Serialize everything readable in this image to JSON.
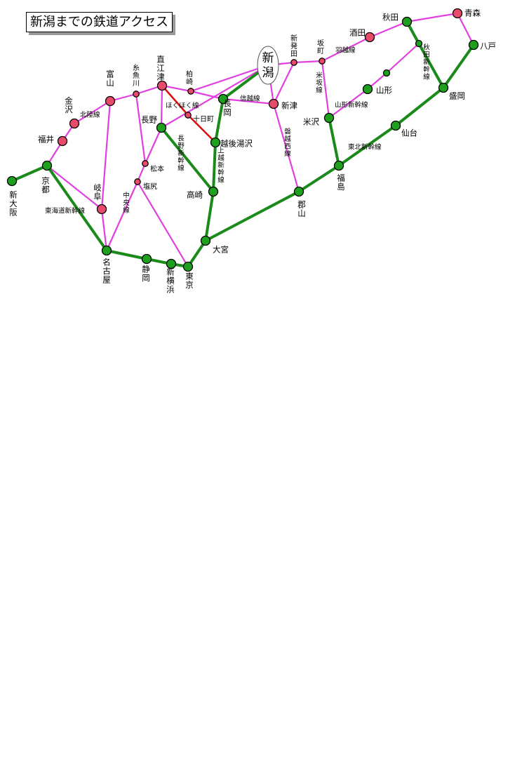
{
  "title": "新潟までの鉄道アクセス",
  "colors": {
    "shinkansen": "#1a8a1a",
    "conventional": "#e040e0",
    "hokuhoku": "#e01010",
    "node_shinkansen": "#1ea01e",
    "node_conventional": "#e84a6a",
    "outline": "#000000"
  },
  "niigata_label": "新潟",
  "stations": [
    {
      "id": "shin-osaka",
      "label": "新大阪",
      "kind": "shinkansen"
    },
    {
      "id": "kyoto",
      "label": "京都",
      "kind": "shinkansen"
    },
    {
      "id": "fukui",
      "label": "福井",
      "kind": "conventional"
    },
    {
      "id": "kanazawa",
      "label": "金沢",
      "kind": "conventional"
    },
    {
      "id": "toyama",
      "label": "富山",
      "kind": "conventional"
    },
    {
      "id": "itoigawa",
      "label": "糸魚川",
      "kind": "small"
    },
    {
      "id": "naoetsu",
      "label": "直江津",
      "kind": "conventional"
    },
    {
      "id": "kashiwazaki",
      "label": "柏崎",
      "kind": "small"
    },
    {
      "id": "nagaoka",
      "label": "長岡",
      "kind": "shinkansen"
    },
    {
      "id": "niitsu",
      "label": "新津",
      "kind": "conventional"
    },
    {
      "id": "shibata",
      "label": "新発田",
      "kind": "small"
    },
    {
      "id": "sakamachi",
      "label": "坂町",
      "kind": "small"
    },
    {
      "id": "sakata",
      "label": "酒田",
      "kind": "conventional"
    },
    {
      "id": "akita",
      "label": "秋田",
      "kind": "shinkansen"
    },
    {
      "id": "aomori",
      "label": "青森",
      "kind": "conventional"
    },
    {
      "id": "hachinohe",
      "label": "八戸",
      "kind": "shinkansen"
    },
    {
      "id": "morioka",
      "label": "盛岡",
      "kind": "shinkansen"
    },
    {
      "id": "akita-junction",
      "label": "",
      "kind": "smallgreen"
    },
    {
      "id": "yamagata-north",
      "label": "",
      "kind": "smallgreen"
    },
    {
      "id": "yamagata",
      "label": "山形",
      "kind": "shinkansen"
    },
    {
      "id": "yonezawa",
      "label": "米沢",
      "kind": "shinkansen"
    },
    {
      "id": "sendai",
      "label": "仙台",
      "kind": "shinkansen"
    },
    {
      "id": "fukushima",
      "label": "福島",
      "kind": "shinkansen"
    },
    {
      "id": "koriyama",
      "label": "郡山",
      "kind": "shinkansen"
    },
    {
      "id": "tokamachi",
      "label": "十日町",
      "kind": "small"
    },
    {
      "id": "nagano",
      "label": "長野",
      "kind": "shinkansen"
    },
    {
      "id": "echigo-yuzawa",
      "label": "越後湯沢",
      "kind": "shinkansen"
    },
    {
      "id": "matsumoto",
      "label": "松本",
      "kind": "small"
    },
    {
      "id": "shiojiri",
      "label": "塩尻",
      "kind": "small"
    },
    {
      "id": "takasaki",
      "label": "高崎",
      "kind": "shinkansen"
    },
    {
      "id": "omiya",
      "label": "大宮",
      "kind": "shinkansen"
    },
    {
      "id": "gifu",
      "label": "岐阜",
      "kind": "conventional"
    },
    {
      "id": "nagoya",
      "label": "名古屋",
      "kind": "shinkansen"
    },
    {
      "id": "shizuoka",
      "label": "静岡",
      "kind": "shinkansen"
    },
    {
      "id": "shin-yokohama",
      "label": "新横浜",
      "kind": "shinkansen"
    },
    {
      "id": "tokyo",
      "label": "東京",
      "kind": "shinkansen"
    }
  ],
  "line_labels": [
    {
      "id": "hokuriku",
      "text": "北陸線"
    },
    {
      "id": "shinetsu",
      "text": "信越線"
    },
    {
      "id": "uetsu",
      "text": "羽越線"
    },
    {
      "id": "yonesaka",
      "text": "米坂線"
    },
    {
      "id": "yamagata-shinkansen",
      "text": "山形新幹線"
    },
    {
      "id": "tohoku-shinkansen",
      "text": "東北新幹線"
    },
    {
      "id": "akita-shinkansen",
      "text": "秋田新幹線"
    },
    {
      "id": "banetsu-west",
      "text": "磐越西線"
    },
    {
      "id": "joetsu-shinkansen",
      "text": "上越新幹線"
    },
    {
      "id": "nagano-shinkansen",
      "text": "長野新幹線"
    },
    {
      "id": "hokuhoku",
      "text": "ほくほく線"
    },
    {
      "id": "chuo",
      "text": "中央線"
    },
    {
      "id": "tokaido-shinkansen",
      "text": "東海道新幹線"
    }
  ]
}
